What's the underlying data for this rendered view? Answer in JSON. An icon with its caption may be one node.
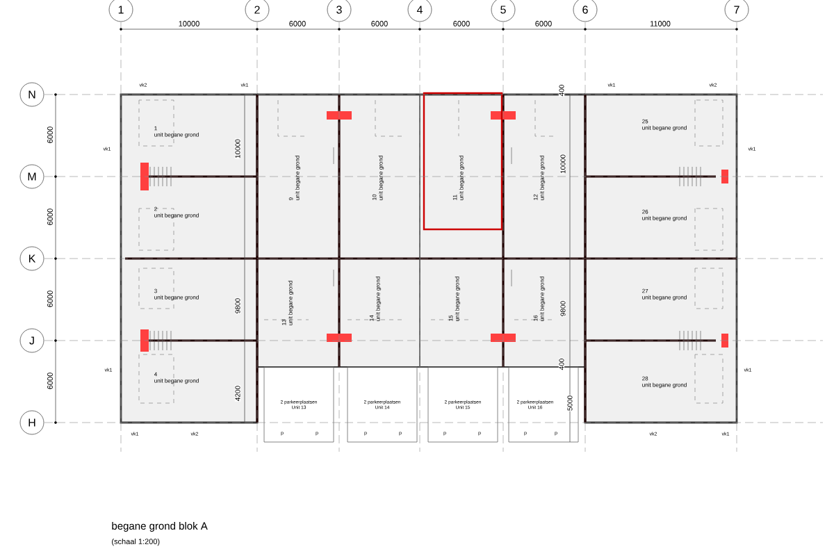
{
  "diagram": {
    "title": "begane grond blok A",
    "caption": "(schaal 1:200)",
    "nodes": [
      {
        "text": [
          "1"
        ]
      },
      {
        "text": [
          "2"
        ]
      },
      {
        "text": [
          "3"
        ]
      },
      {
        "text": [
          "4"
        ]
      },
      {
        "text": [
          "5"
        ]
      },
      {
        "text": [
          "6"
        ]
      },
      {
        "text": [
          "7"
        ]
      },
      {
        "text": [
          "N"
        ]
      },
      {
        "text": [
          "M"
        ]
      },
      {
        "text": [
          "K"
        ]
      },
      {
        "text": [
          "J"
        ]
      },
      {
        "text": [
          "H"
        ]
      },
      {
        "text": [
          "1",
          "unit begane grond"
        ]
      },
      {
        "text": [
          "2",
          "unit begane grond"
        ]
      },
      {
        "text": [
          "3",
          "unit begane grond"
        ]
      },
      {
        "text": [
          "4",
          "unit begane grond"
        ]
      },
      {
        "text": [
          "9",
          "unit begane grond"
        ]
      },
      {
        "text": [
          "10",
          "unit begane grond"
        ]
      },
      {
        "text": [
          "11",
          "unit begane grond"
        ]
      },
      {
        "text": [
          "12",
          "unit begane grond"
        ]
      },
      {
        "text": [
          "13",
          "unit begane grond"
        ]
      },
      {
        "text": [
          "14",
          "unit begane grond"
        ]
      },
      {
        "text": [
          "15",
          "unit begane grond"
        ]
      },
      {
        "text": [
          "16",
          "unit begane grond"
        ]
      },
      {
        "text": [
          "25",
          "unit begane grond"
        ]
      },
      {
        "text": [
          "26",
          "unit begane grond"
        ]
      },
      {
        "text": [
          "27",
          "unit begane grond"
        ]
      },
      {
        "text": [
          "28",
          "unit begane grond"
        ]
      },
      {
        "text": [
          "2 parkeerplaatsen",
          "Unit 13"
        ]
      },
      {
        "text": [
          "2 parkeerplaatsen",
          "Unit 14"
        ]
      },
      {
        "text": [
          "2 parkeerplaatsen",
          "Unit 15"
        ]
      },
      {
        "text": [
          "2 parkeerplaatsen",
          "Unit 16"
        ]
      }
    ],
    "labels": [
      "10000",
      "6000",
      "6000",
      "6000",
      "6000",
      "11000",
      "6000",
      "6000",
      "6000",
      "6000",
      "vk2",
      "vk1",
      "400",
      "vk1",
      "vk2",
      "vk1",
      "10000",
      "10000",
      "vk1",
      "9800",
      "9800",
      "vk1",
      "vk1",
      "400",
      "4200",
      "5000",
      "vk1",
      "vk2",
      "p",
      "p",
      "p",
      "p",
      "p",
      "p",
      "p",
      "p",
      "vk2",
      "vk1"
    ]
  }
}
